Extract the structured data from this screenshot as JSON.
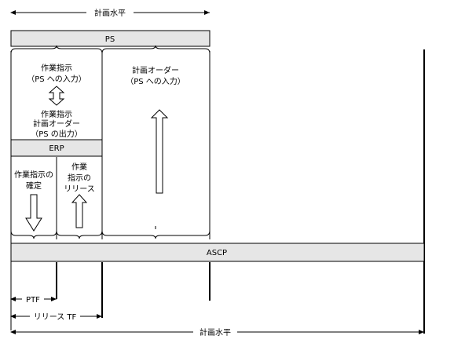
{
  "top_span": {
    "label": "計画水平"
  },
  "ps_bar": {
    "label": "PS"
  },
  "erp_bar": {
    "label": "ERP"
  },
  "ascp_bar": {
    "label": "ASCP"
  },
  "labels": {
    "work_instruction_in_l1": "作業指示",
    "work_instruction_in_l2": "（PS への入力）",
    "work_instruction_out_l1": "作業指示",
    "work_instruction_out_l2": "計画オーダー",
    "work_instruction_out_l3": "（PS の出力）",
    "planned_order_l1": "計画オーダー",
    "planned_order_l2": "（PS への入力）",
    "confirm_l1": "作業指示の",
    "confirm_l2": "確定",
    "release_l1": "作業",
    "release_l2": "指示の",
    "release_l3": "リリース"
  },
  "ptf": {
    "label": "PTF"
  },
  "release_tf": {
    "label": "リリース TF"
  },
  "bottom_span": {
    "label": "計画水平"
  }
}
